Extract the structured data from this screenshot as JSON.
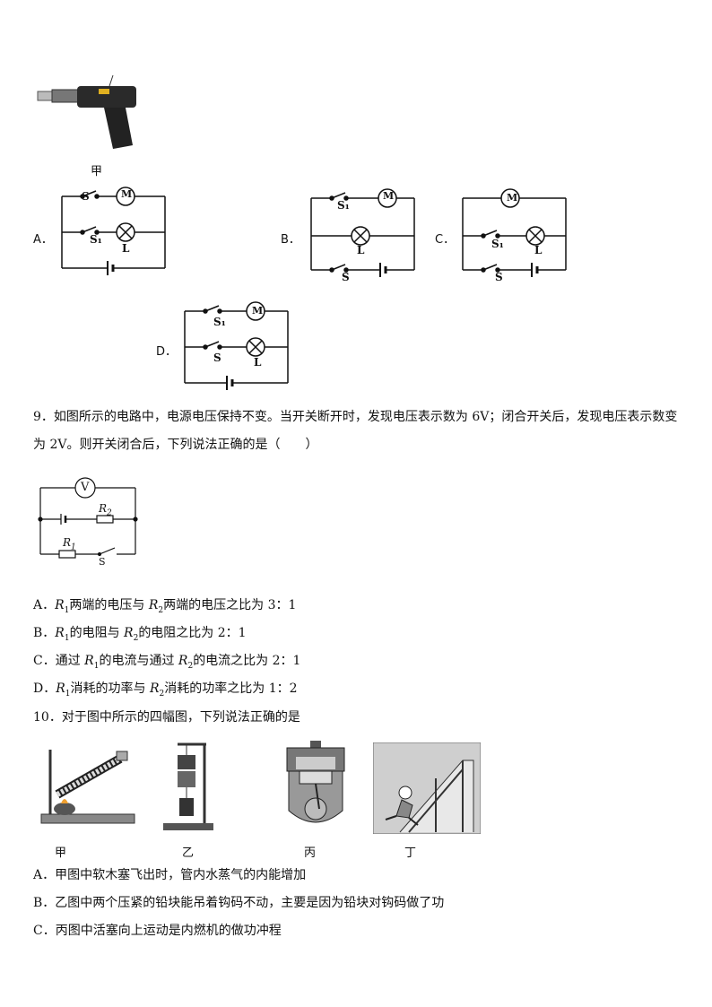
{
  "q8": {
    "figure_caption": "甲",
    "options": {
      "a": {
        "label": "A．",
        "s": "S",
        "s1": "S₁",
        "m": "M",
        "l": "L"
      },
      "b": {
        "label": "B．",
        "s": "S",
        "s1": "S₁",
        "m": "M",
        "l": "L"
      },
      "c": {
        "label": "C．",
        "s": "S",
        "s1": "S₁",
        "m": "M",
        "l": "L"
      },
      "d": {
        "label": "D．",
        "s": "S",
        "s1": "S₁",
        "m": "M",
        "l": "L"
      }
    }
  },
  "q9": {
    "stem_line1": "9．如图所示的电路中，电源电压保持不变。当开关断开时，发现电压表示数为 6V；闭合开关后，发现电压表示数变",
    "stem_line2": "为 2V。则开关闭合后，下列说法正确的是（　　）",
    "circuit": {
      "voltmeter": "V",
      "r1": "R",
      "r1_sub": "1",
      "r2": "R",
      "r2_sub": "2",
      "switch": "S"
    },
    "options": [
      {
        "prefix": "A．",
        "r_a": "R",
        "sub_a": "1",
        "mid": "两端的电压与 ",
        "r_b": "R",
        "sub_b": "2",
        "suffix": "两端的电压之比为 3：1"
      },
      {
        "prefix": "B．",
        "r_a": "R",
        "sub_a": "1",
        "mid": "的电阻与 ",
        "r_b": "R",
        "sub_b": "2",
        "suffix": "的电阻之比为 2：1"
      },
      {
        "prefix": "C．通过 ",
        "r_a": "R",
        "sub_a": "1",
        "mid": "的电流与通过 ",
        "r_b": "R",
        "sub_b": "2",
        "suffix": "的电流之比为 2：1"
      },
      {
        "prefix": "D．",
        "r_a": "R",
        "sub_a": "1",
        "mid": "消耗的功率与 ",
        "r_b": "R",
        "sub_b": "2",
        "suffix": "消耗的功率之比为 1：2"
      }
    ]
  },
  "q10": {
    "stem": "10．对于图中所示的四幅图，下列说法正确的是",
    "captions": [
      "甲",
      "乙",
      "丙",
      "丁"
    ],
    "options": [
      "A．甲图中软木塞飞出时，管内水蒸气的内能增加",
      "B．乙图中两个压紧的铅块能吊着钩码不动，主要是因为铅块对钩码做了功",
      "C．丙图中活塞向上运动是内燃机的做功冲程"
    ]
  }
}
